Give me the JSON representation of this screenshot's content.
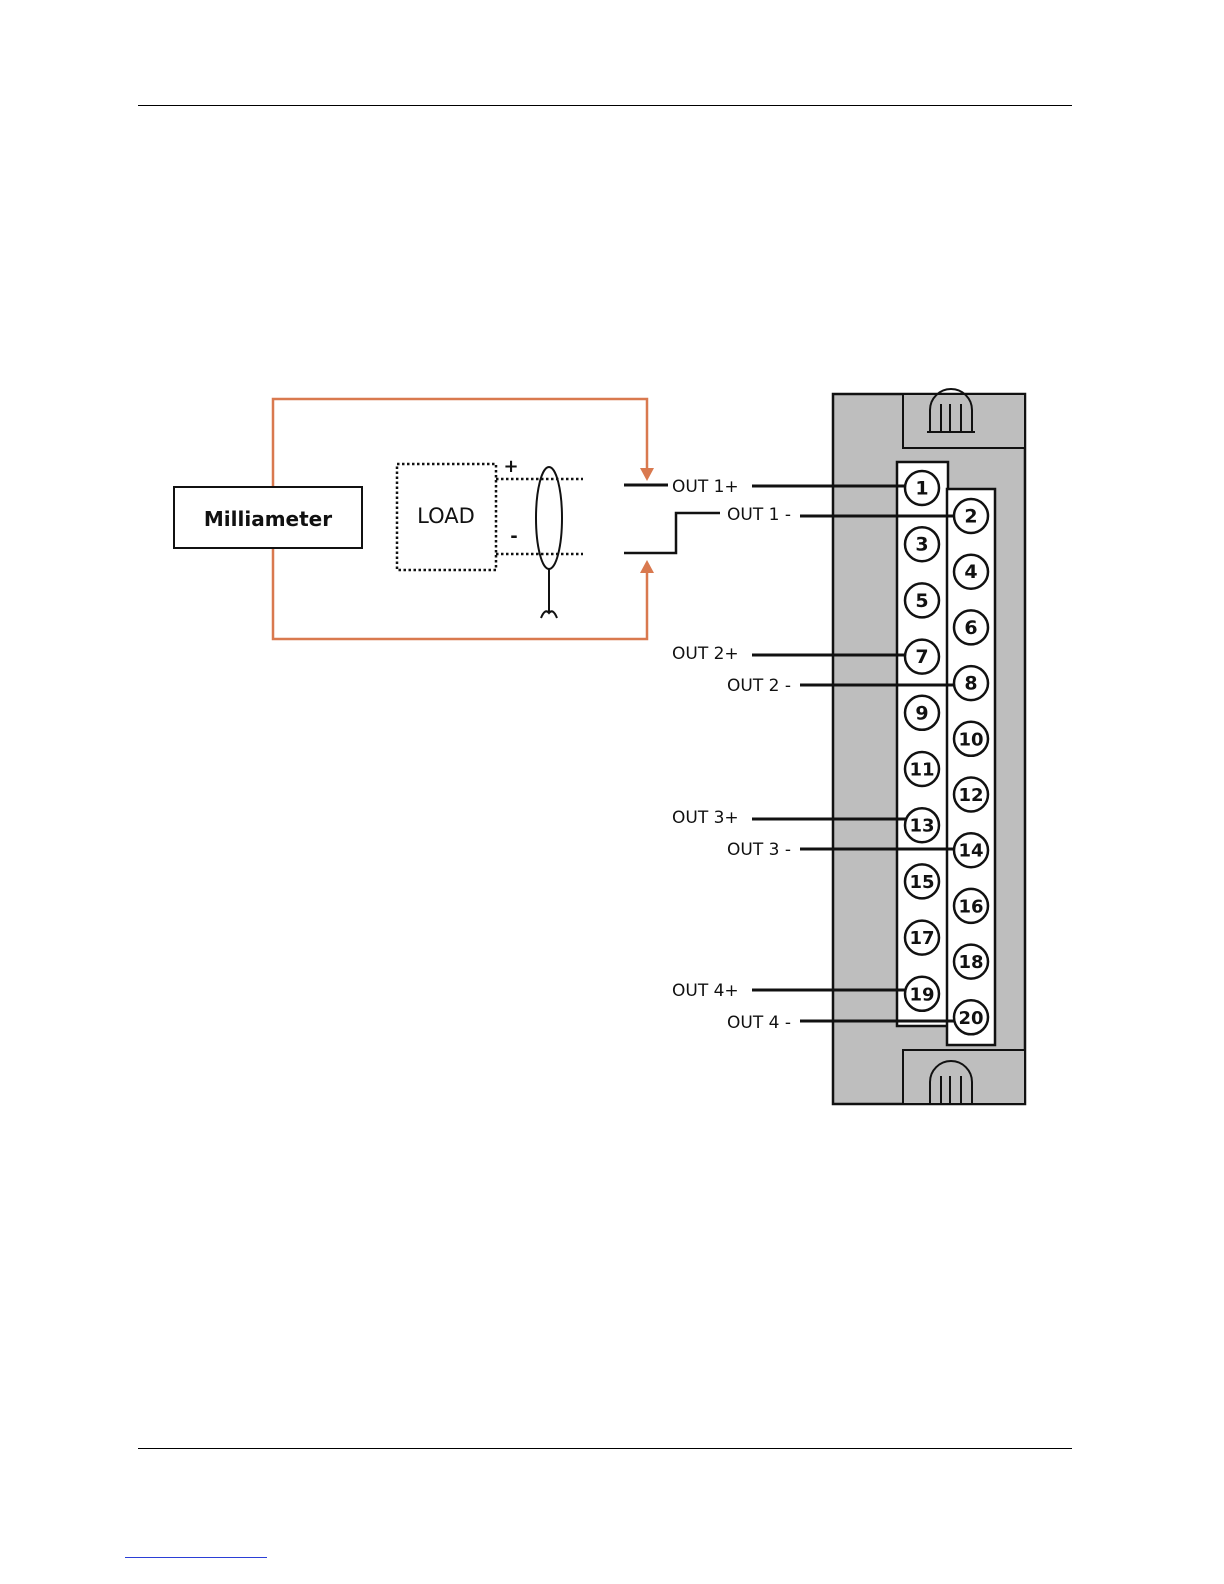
{
  "diagram": {
    "meter_label": "Milliameter",
    "load_label": "LOAD",
    "plus_sign": "+",
    "minus_sign": "-",
    "colors": {
      "loop": "#d9794f",
      "line": "#111111",
      "module_fill": "#bebebe",
      "terminal_fill": "#ffffff"
    },
    "terminals": [
      "1",
      "2",
      "3",
      "4",
      "5",
      "6",
      "7",
      "8",
      "9",
      "10",
      "11",
      "12",
      "13",
      "14",
      "15",
      "16",
      "17",
      "18",
      "19",
      "20"
    ],
    "output_labels": {
      "out1_pos": "OUT 1+",
      "out1_neg": "OUT 1 -",
      "out2_pos": "OUT 2+",
      "out2_neg": "OUT 2 -",
      "out3_pos": "OUT 3+",
      "out3_neg": "OUT 3 -",
      "out4_pos": "OUT 4+",
      "out4_neg": "OUT 4 -"
    }
  }
}
